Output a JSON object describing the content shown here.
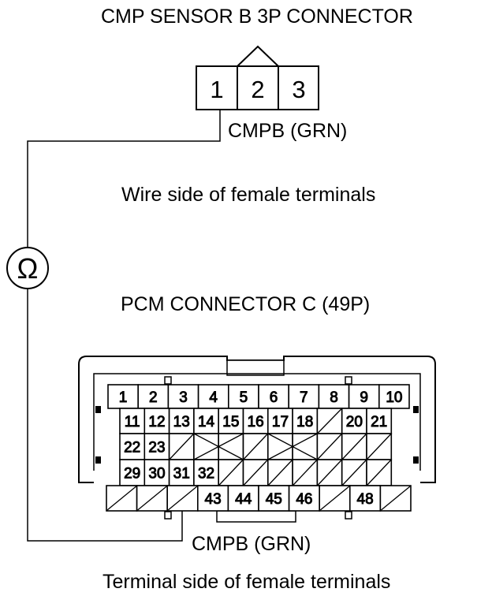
{
  "cmp_connector": {
    "title": "CMP SENSOR B 3P CONNECTOR",
    "pins": [
      "1",
      "2",
      "3"
    ],
    "wire_label": "CMPB (GRN)",
    "side_label": "Wire side of female terminals"
  },
  "meter": {
    "symbol": "Ω"
  },
  "pcm_connector": {
    "title": "PCM CONNECTOR C (49P)",
    "wire_label": "CMPB (GRN)",
    "side_label": "Terminal side of female terminals",
    "row1": [
      "1",
      "2",
      "3",
      "4",
      "5",
      "6",
      "7",
      "8",
      "9",
      "10"
    ],
    "row2": [
      "11",
      "12",
      "13",
      "14",
      "15",
      "16",
      "17",
      "18",
      "",
      "20",
      "21"
    ],
    "row3": [
      "22",
      "23"
    ],
    "row4": [
      "29",
      "30",
      "31",
      "32"
    ],
    "row5": [
      "43",
      "44",
      "45",
      "46",
      "",
      "48"
    ]
  }
}
